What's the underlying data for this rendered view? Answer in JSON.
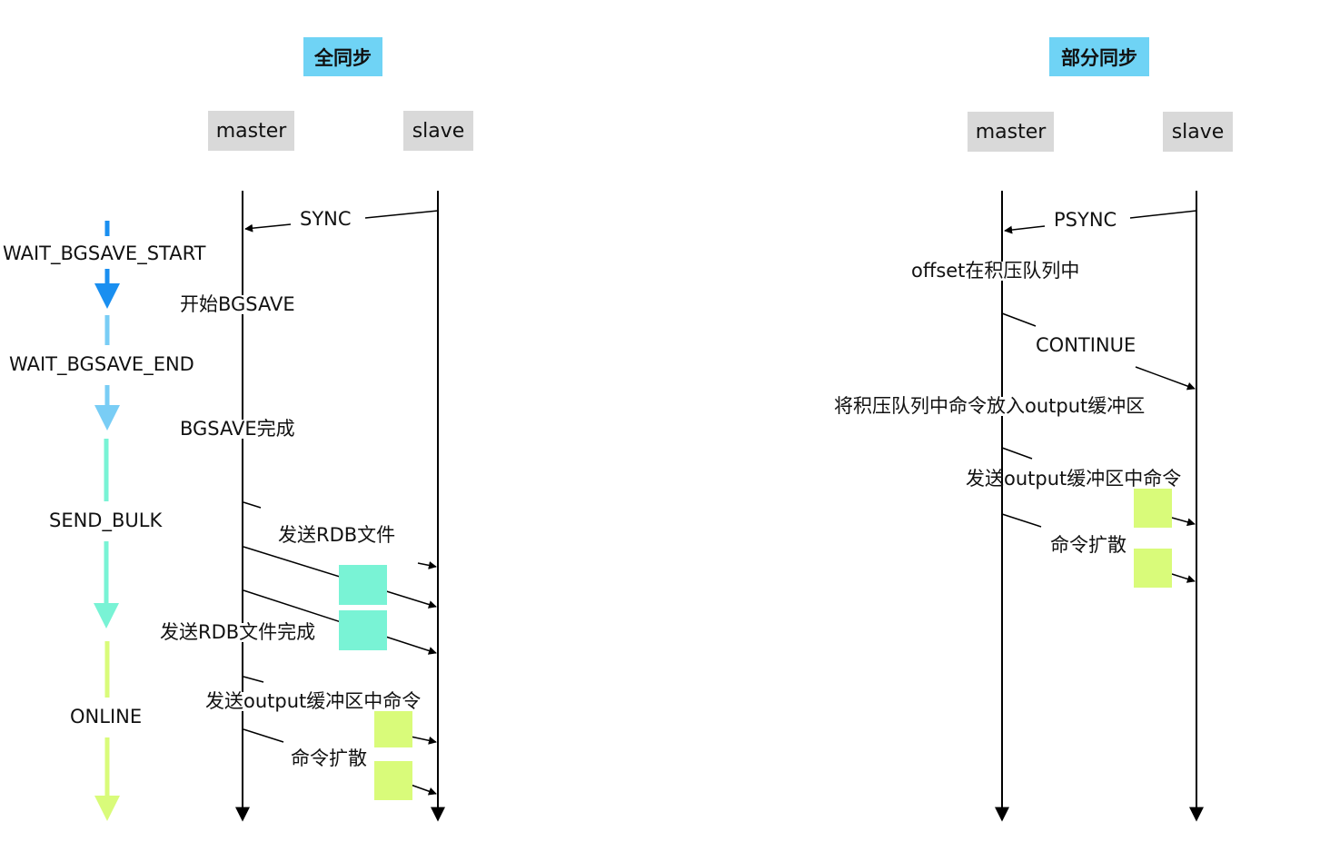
{
  "colors": {
    "title_bg": "#6fd3f5",
    "actor_bg": "#d9d9d9",
    "cyan_block": "#79f3d5",
    "green_block": "#d9fb7a",
    "state_blue_dark": "#1a8ff0",
    "state_blue_light": "#79cdf5",
    "state_cyan": "#79f3d5",
    "state_green": "#d9fb7a"
  },
  "full_sync": {
    "title": "全同步",
    "master_label": "master",
    "slave_label": "slave",
    "messages": {
      "sync": "SYNC",
      "start_bgsave": "开始BGSAVE",
      "bgsave_done": "BGSAVE完成",
      "send_rdb": "发送RDB文件",
      "send_rdb_done": "发送RDB文件完成",
      "send_output": "发送output缓冲区中命令",
      "propagate": "命令扩散"
    },
    "states": {
      "wait_bgsave_start": "WAIT_BGSAVE_START",
      "wait_bgsave_end": "WAIT_BGSAVE_END",
      "send_bulk": "SEND_BULK",
      "online": "ONLINE"
    }
  },
  "partial_sync": {
    "title": "部分同步",
    "master_label": "master",
    "slave_label": "slave",
    "messages": {
      "psync": "PSYNC",
      "offset_in_backlog": "offset在积压队列中",
      "continue": "CONTINUE",
      "backlog_to_output": "将积压队列中命令放入output缓冲区",
      "send_output": "发送output缓冲区中命令",
      "propagate": "命令扩散"
    }
  }
}
